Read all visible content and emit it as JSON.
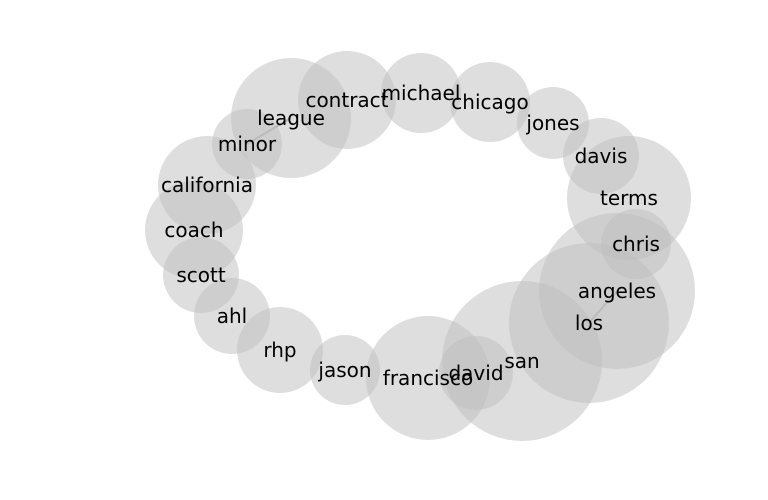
{
  "chart_data": {
    "type": "bubble-network",
    "nodes": [
      {
        "id": "contract",
        "label": "contract"
      },
      {
        "id": "michael",
        "label": "michael"
      },
      {
        "id": "chicago",
        "label": "chicago"
      },
      {
        "id": "league",
        "label": "league"
      },
      {
        "id": "jones",
        "label": "jones"
      },
      {
        "id": "minor",
        "label": "minor"
      },
      {
        "id": "davis",
        "label": "davis"
      },
      {
        "id": "california",
        "label": "california"
      },
      {
        "id": "terms",
        "label": "terms"
      },
      {
        "id": "coach",
        "label": "coach"
      },
      {
        "id": "chris",
        "label": "chris"
      },
      {
        "id": "scott",
        "label": "scott"
      },
      {
        "id": "angeles",
        "label": "angeles"
      },
      {
        "id": "ahl",
        "label": "ahl"
      },
      {
        "id": "los",
        "label": "los"
      },
      {
        "id": "rhp",
        "label": "rhp"
      },
      {
        "id": "san",
        "label": "san"
      },
      {
        "id": "jason",
        "label": "jason"
      },
      {
        "id": "david",
        "label": "david"
      },
      {
        "id": "francisco",
        "label": "francisco"
      }
    ],
    "edges": [
      {
        "from": "league",
        "to": "minor"
      },
      {
        "from": "angeles",
        "to": "los"
      }
    ]
  }
}
